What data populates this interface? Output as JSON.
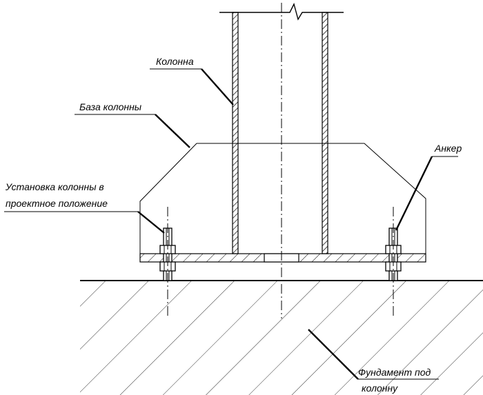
{
  "labels": {
    "column": "Колонна",
    "column_base": "База колонны",
    "installation_line1": "Установка колонны в",
    "installation_line2": "проектное положение",
    "anchor": "Анкер",
    "foundation_line1": "Фундамент под",
    "foundation_line2": "колонну"
  }
}
